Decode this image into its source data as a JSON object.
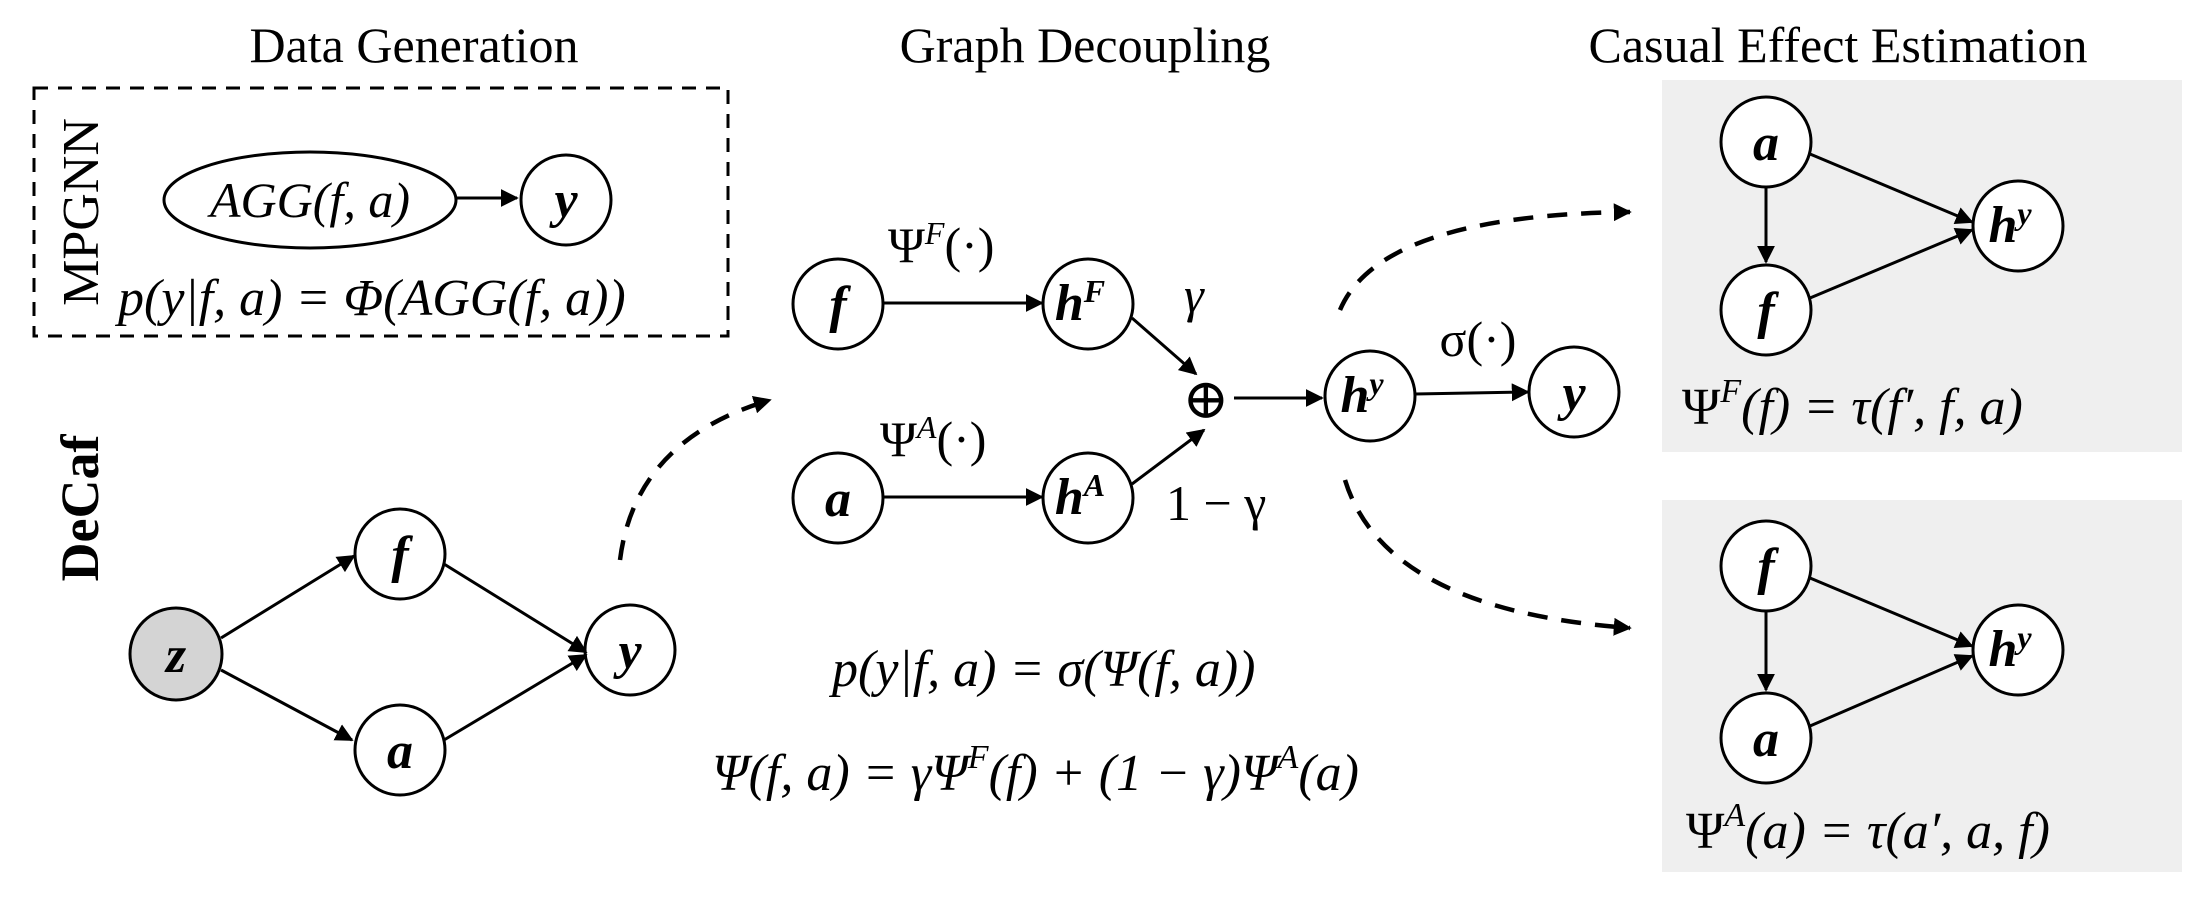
{
  "titles": {
    "data_generation": "Data Generation",
    "graph_decoupling": "Graph Decoupling",
    "causal_effect": "Casual Effect Estimation"
  },
  "side_labels": {
    "mpgnn": "MPGNN",
    "decaf": "DeCaf"
  },
  "mpgnn": {
    "agg_node": "AGG(f, a)",
    "y_node": "y",
    "equation": "p(y|f, a) = Φ(AGG(f, a))"
  },
  "decaf_graph": {
    "z": "z",
    "f": "f",
    "a": "a",
    "y": "y"
  },
  "decoupling": {
    "f": "f",
    "a": "a",
    "hF": "h",
    "hF_sup": "F",
    "hA": "h",
    "hA_sup": "A",
    "hy": "h",
    "hy_sup": "y",
    "y": "y",
    "psiF": "Ψ",
    "psiF_sup": "F",
    "psiF_arg": "(·)",
    "psiA": "Ψ",
    "psiA_sup": "A",
    "psiA_arg": "(·)",
    "gamma": "γ",
    "one_minus_gamma": "1 − γ",
    "oplus": "⊕",
    "sigma": "σ(·)",
    "eq1": "p(y|f, a) =  σ(Ψ(f, a))",
    "eq2_a": "Ψ(f, a) = γΨ",
    "eq2_sup1": "F",
    "eq2_b": "(f) + (1 − γ)Ψ",
    "eq2_sup2": "A",
    "eq2_c": "(a)"
  },
  "panel_top": {
    "a": "a",
    "f": "f",
    "h": "h",
    "h_sup": "y",
    "eq_a": "Ψ",
    "eq_sup": "F",
    "eq_b": "(f) = τ(f′, f, a)"
  },
  "panel_bottom": {
    "f": "f",
    "a": "a",
    "h": "h",
    "h_sup": "y",
    "eq_a": "Ψ",
    "eq_sup": "A",
    "eq_b": "(a) = τ(a′, a, f)"
  },
  "colors": {
    "latent_node": "#d4d4d4",
    "panel_background": "#efefef"
  }
}
